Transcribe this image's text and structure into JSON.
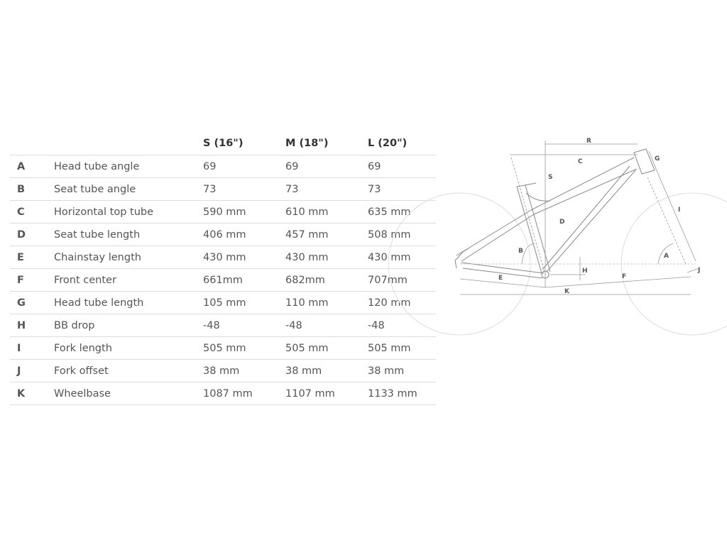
{
  "table": {
    "headers": [
      "",
      "",
      "S (16\")",
      "M (18\")",
      "L (20\")"
    ],
    "rows": [
      {
        "key": "A",
        "label": "Head tube angle",
        "s": "69",
        "m": "69",
        "l": "69"
      },
      {
        "key": "B",
        "label": "Seat tube angle",
        "s": "73",
        "m": "73",
        "l": "73"
      },
      {
        "key": "C",
        "label": "Horizontal top tube",
        "s": "590 mm",
        "m": "610 mm",
        "l": "635 mm"
      },
      {
        "key": "D",
        "label": "Seat tube length",
        "s": "406 mm",
        "m": "457 mm",
        "l": "508 mm"
      },
      {
        "key": "E",
        "label": "Chainstay length",
        "s": "430 mm",
        "m": "430 mm",
        "l": "430 mm"
      },
      {
        "key": "F",
        "label": "Front center",
        "s": "661mm",
        "m": "682mm",
        "l": "707mm"
      },
      {
        "key": "G",
        "label": "Head tube length",
        "s": "105 mm",
        "m": "110 mm",
        "l": "120 mm"
      },
      {
        "key": "H",
        "label": "BB drop",
        "s": "-48",
        "m": "-48",
        "l": "-48"
      },
      {
        "key": "I",
        "label": "Fork length",
        "s": "505 mm",
        "m": "505 mm",
        "l": "505 mm"
      },
      {
        "key": "J",
        "label": "Fork offset",
        "s": "38 mm",
        "m": "38 mm",
        "l": "38 mm"
      },
      {
        "key": "K",
        "label": "Wheelbase",
        "s": "1087 mm",
        "m": "1107 mm",
        "l": "1133 mm"
      }
    ]
  },
  "diagram": {
    "labels": {
      "R": "R",
      "C": "C",
      "S": "S",
      "G": "G",
      "I": "I",
      "D": "D",
      "B": "B",
      "A": "A",
      "H": "H",
      "F": "F",
      "J": "J",
      "E": "E",
      "K": "K"
    }
  }
}
